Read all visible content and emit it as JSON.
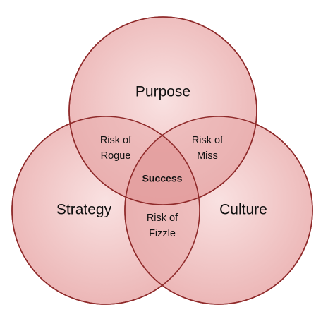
{
  "colors": {
    "circle_fill_center": "#f9e1e1",
    "circle_fill_edge": "#ebb3b3",
    "circle_stroke": "#8f2a2a",
    "overlap_two": "#e7aaaa",
    "overlap_three": "#df9494"
  },
  "sets": {
    "purpose": "Purpose",
    "strategy": "Strategy",
    "culture": "Culture"
  },
  "intersections": {
    "purpose_strategy": [
      "Risk of",
      "Rogue"
    ],
    "purpose_culture": [
      "Risk of",
      "Miss"
    ],
    "strategy_culture": [
      "Risk of",
      "Fizzle"
    ],
    "all": "Success"
  }
}
